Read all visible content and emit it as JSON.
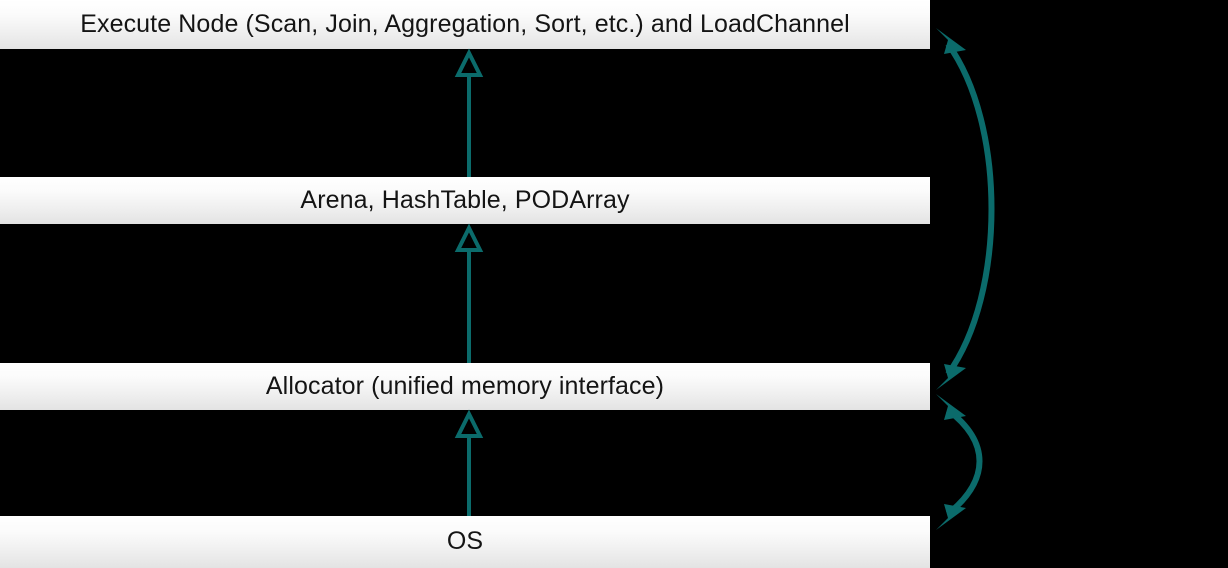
{
  "diagram": {
    "title": "memory layer architecture",
    "background_color": "#000000",
    "accent_color": "#0b6b6b",
    "box_fill_top": "#ffffff",
    "box_fill_bottom": "#e3e3e3",
    "text_color": "#141414",
    "layers": [
      {
        "id": "execute-node",
        "label": "Execute Node (Scan, Join, Aggregation, Sort, etc.) and LoadChannel"
      },
      {
        "id": "arena",
        "label": "Arena, HashTable, PODArray"
      },
      {
        "id": "allocator",
        "label": "Allocator (unified memory interface)"
      },
      {
        "id": "os",
        "label": "OS"
      }
    ],
    "connectors": [
      {
        "id": "os-to-allocator",
        "type": "generalization",
        "style": "hollow-triangle-arrow",
        "from": "os",
        "to": "allocator"
      },
      {
        "id": "allocator-to-arena",
        "type": "generalization",
        "style": "hollow-triangle-arrow",
        "from": "allocator",
        "to": "arena"
      },
      {
        "id": "arena-to-execute",
        "type": "generalization",
        "style": "hollow-triangle-arrow",
        "from": "arena",
        "to": "execute-node"
      },
      {
        "id": "execute-allocator-flow",
        "type": "bidirectional",
        "style": "curved-double-arrow",
        "from": "execute-node",
        "to": "allocator"
      },
      {
        "id": "allocator-os-flow",
        "type": "bidirectional",
        "style": "curved-double-arrow",
        "from": "allocator",
        "to": "os"
      }
    ]
  }
}
